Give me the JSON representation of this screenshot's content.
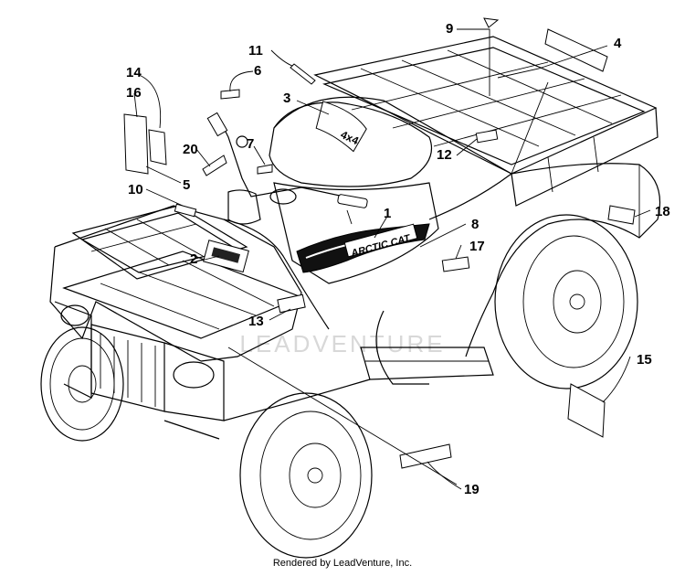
{
  "callouts": [
    "1",
    "2",
    "3",
    "4",
    "5",
    "6",
    "7",
    "8",
    "9",
    "10",
    "11",
    "12",
    "13",
    "14",
    "15",
    "16",
    "17",
    "18",
    "19",
    "20"
  ],
  "decal_text": {
    "brand": "ARCTIC CAT",
    "drive": "4x4"
  },
  "watermark": "LEADVENTURE",
  "footer": "Rendered by LeadVenture, Inc."
}
